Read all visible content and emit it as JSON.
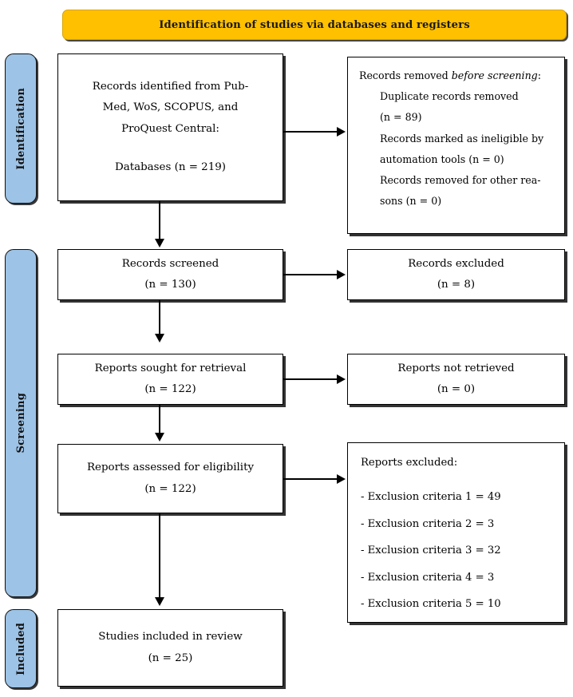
{
  "diagram": {
    "type": "PRISMA flow diagram",
    "banner": {
      "label": "Identification of studies via databases and registers",
      "color": "#FFC000"
    },
    "phases": {
      "color": "#9DC3E6",
      "identification": "Identification",
      "screening": "Screening",
      "included": "Included"
    },
    "boxes": {
      "records_identified": {
        "line1": "Records identified from Pub-",
        "line2": "Med, WoS, SCOPUS, and",
        "line3": "ProQuest Central:",
        "line4": "Databases (n = 219)"
      },
      "records_removed": {
        "title_a": "Records removed ",
        "title_b": "before screening",
        "title_c": ":",
        "line1": "Duplicate records removed",
        "line2": "(n = 89)",
        "line3": "Records marked as ineligible by",
        "line4": "automation tools (n = 0)",
        "line5": "Records removed for other rea-",
        "line6": "sons (n = 0)"
      },
      "records_screened": {
        "line1": "Records screened",
        "line2": "(n = 130)"
      },
      "records_excluded": {
        "line1": "Records excluded",
        "line2": "(n = 8)"
      },
      "reports_sought": {
        "line1": "Reports sought for retrieval",
        "line2": "(n = 122)"
      },
      "reports_not_retrieved": {
        "line1": "Reports not retrieved",
        "line2": "(n = 0)"
      },
      "reports_assessed": {
        "line1": "Reports assessed for eligibility",
        "line2": "(n = 122)"
      },
      "reports_excluded": {
        "title": "Reports excluded:",
        "items": [
          "- Exclusion criteria 1 = 49",
          "- Exclusion criteria 2 = 3",
          "- Exclusion criteria 3 = 32",
          "- Exclusion criteria 4 = 3",
          "- Exclusion criteria 5 = 10"
        ]
      },
      "studies_included": {
        "line1": "Studies included in review",
        "line2": "(n = 25)"
      }
    },
    "counts": {
      "databases_identified": 219,
      "duplicates_removed": 89,
      "ineligible_automation": 0,
      "removed_other_reasons": 0,
      "records_screened": 130,
      "records_excluded": 8,
      "reports_sought": 122,
      "reports_not_retrieved": 0,
      "reports_assessed": 122,
      "exclusion_criteria_1": 49,
      "exclusion_criteria_2": 3,
      "exclusion_criteria_3": 32,
      "exclusion_criteria_4": 3,
      "exclusion_criteria_5": 10,
      "studies_included": 25
    }
  }
}
